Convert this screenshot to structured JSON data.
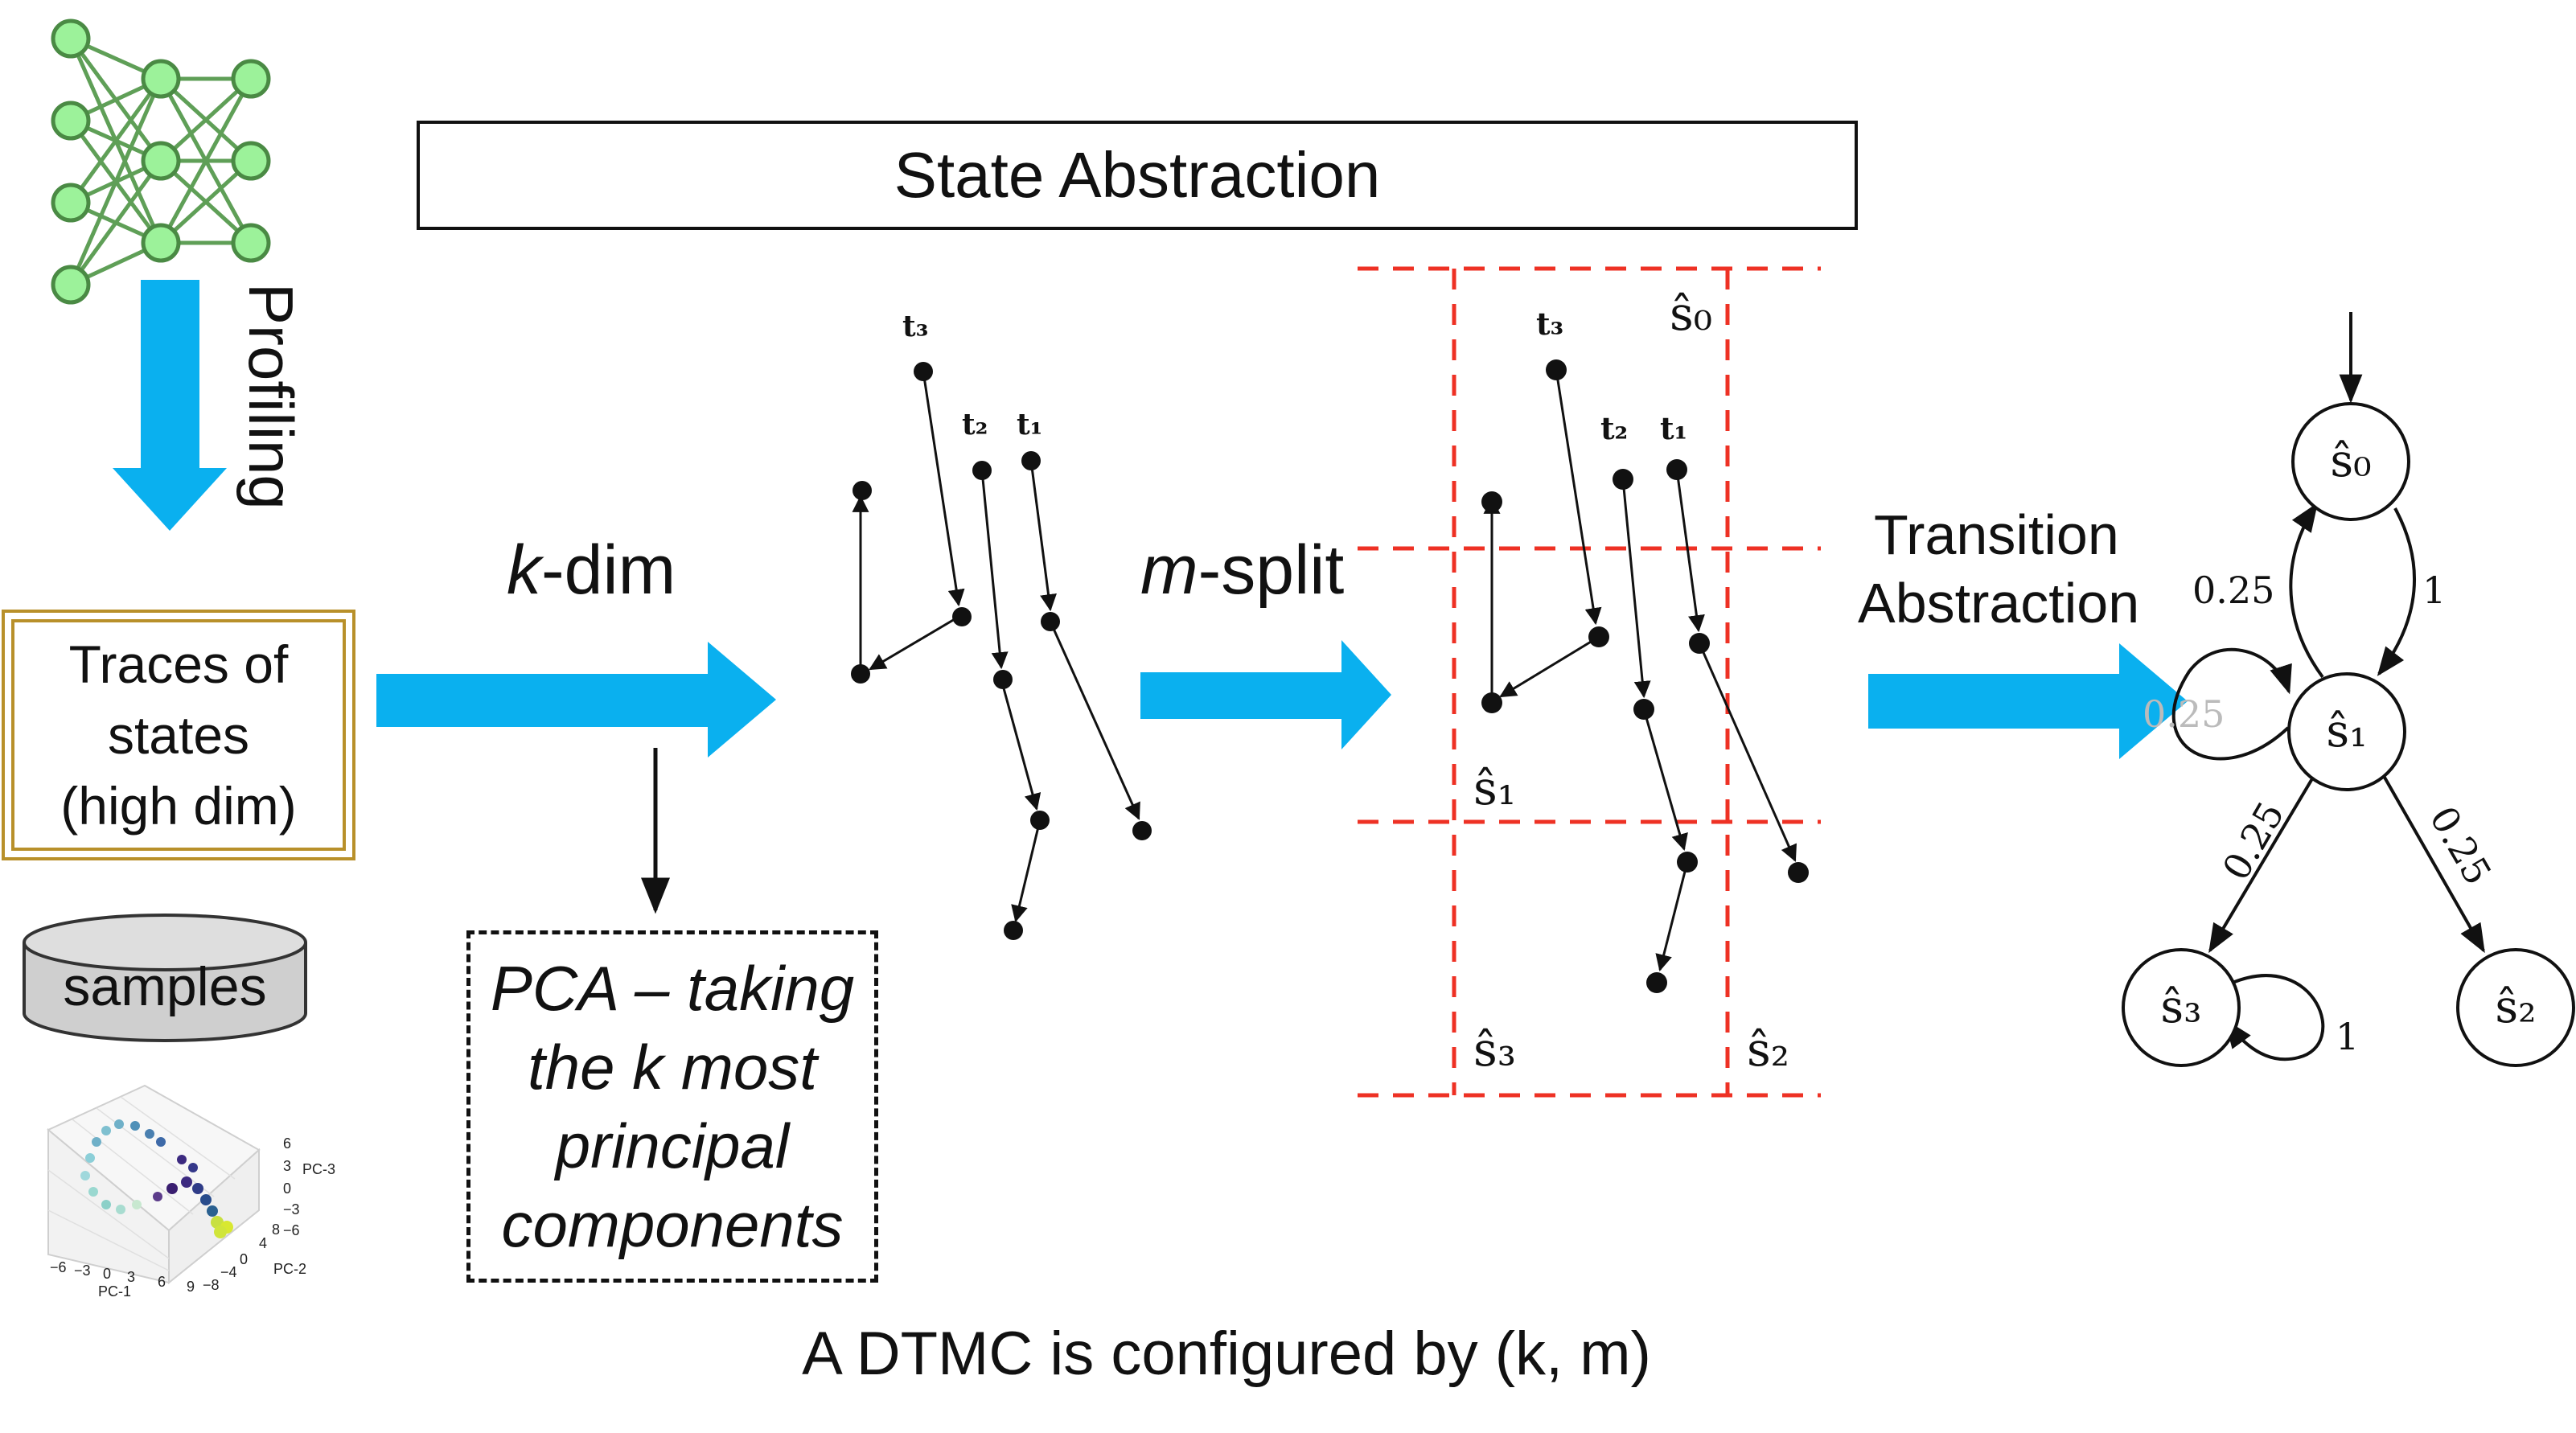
{
  "title": "State Abstraction",
  "profiling_label": "Profiling",
  "traces_box": {
    "line1": "Traces of",
    "line2": "states",
    "line3": "(high dim)"
  },
  "samples_label": "samples",
  "kdim": {
    "var": "k",
    "rest": "-dim"
  },
  "msplit": {
    "var": "m",
    "rest": "-split"
  },
  "pca_box": {
    "line1": "PCA – taking",
    "line2": "the k most",
    "line3": "principal",
    "line4": "components"
  },
  "transition": {
    "line1": "Transition",
    "line2": "Abstraction"
  },
  "footer": "A DTMC is configured by (k, m)",
  "trace_labels": {
    "t1": "t₁",
    "t2": "t₂",
    "t3": "t₃"
  },
  "region_labels": {
    "s0": "ŝ₀",
    "s1": "ŝ₁",
    "s2": "ŝ₂",
    "s3": "ŝ₃"
  },
  "dtmc": {
    "states": [
      "ŝ₀",
      "ŝ₁",
      "ŝ₂",
      "ŝ₃"
    ],
    "edges": [
      {
        "from": "ŝ₀",
        "to": "ŝ₁",
        "label": "1"
      },
      {
        "from": "ŝ₁",
        "to": "ŝ₀",
        "label": "0.25"
      },
      {
        "from": "ŝ₁",
        "to": "ŝ₁",
        "label": "0.25"
      },
      {
        "from": "ŝ₁",
        "to": "ŝ₃",
        "label": "0.25"
      },
      {
        "from": "ŝ₁",
        "to": "ŝ₂",
        "label": "0.25"
      },
      {
        "from": "ŝ₃",
        "to": "ŝ₃",
        "label": "1"
      }
    ]
  },
  "pca_plot": {
    "axes": {
      "x": "PC-1",
      "y": "PC-2",
      "z": "PC-3"
    },
    "x_ticks": [
      "−6",
      "−3",
      "0",
      "3",
      "6",
      "9"
    ],
    "y_ticks": [
      "−8",
      "−4",
      "0",
      "4",
      "8"
    ],
    "z_ticks": [
      "6",
      "3",
      "0",
      "−3",
      "−6"
    ]
  },
  "colors": {
    "arrow_blue": "#0ab0ef",
    "split_red": "#ee3124",
    "node_green": "#9cf29a",
    "edge_green": "#5f9f57",
    "box_gold": "#b8902a"
  }
}
